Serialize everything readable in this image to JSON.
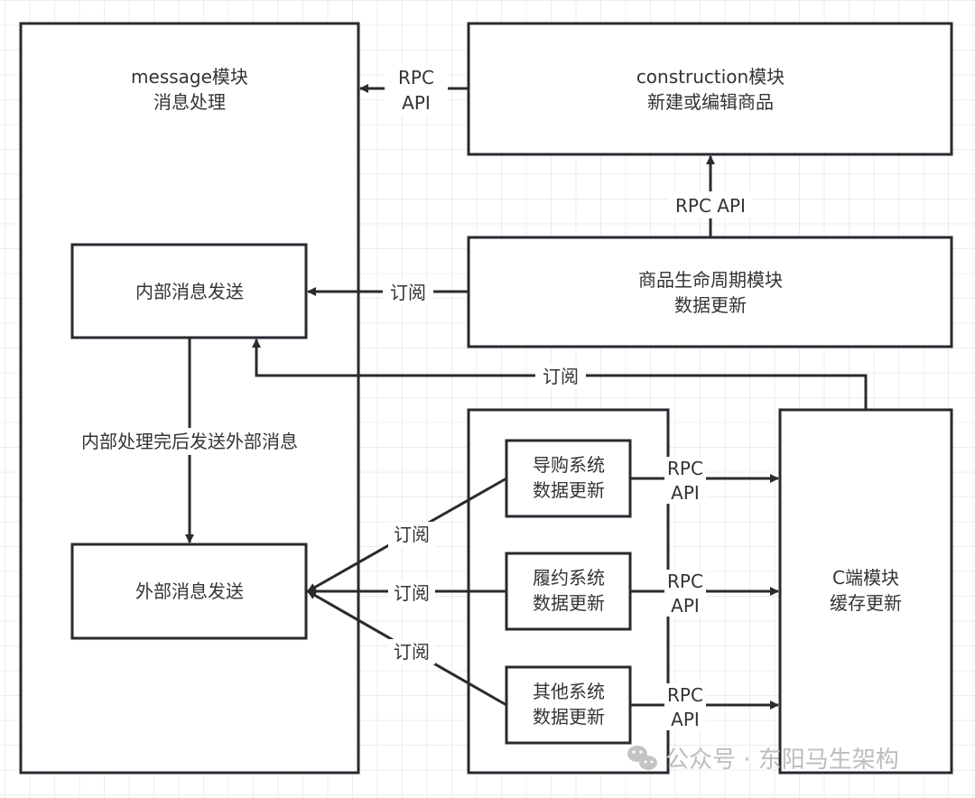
{
  "nodes": {
    "message": {
      "line1": "message模块",
      "line2": "消息处理"
    },
    "internal_send": {
      "label": "内部消息发送"
    },
    "external_send": {
      "label": "外部消息发送"
    },
    "construction": {
      "line1": "construction模块",
      "line2": "新建或编辑商品"
    },
    "lifecycle": {
      "line1": "商品生命周期模块",
      "line2": "数据更新"
    },
    "shopping_guide": {
      "line1": "导购系统",
      "line2": "数据更新"
    },
    "fulfillment": {
      "line1": "履约系统",
      "line2": "数据更新"
    },
    "other": {
      "line1": "其他系统",
      "line2": "数据更新"
    },
    "c_end": {
      "line1": "C端模块",
      "line2": "缓存更新"
    }
  },
  "edges": {
    "construction_to_message": {
      "line1": "RPC",
      "line2": "API"
    },
    "lifecycle_to_construction": {
      "label": "RPC API"
    },
    "lifecycle_to_internal": {
      "label": "订阅"
    },
    "c_end_to_internal": {
      "label": "订阅"
    },
    "internal_to_external": {
      "label": "内部处理完后发送外部消息"
    },
    "guide_to_external": {
      "label": "订阅"
    },
    "fulfillment_to_external": {
      "label": "订阅"
    },
    "other_to_external": {
      "label": "订阅"
    },
    "guide_to_c_end": {
      "line1": "RPC",
      "line2": "API"
    },
    "fulfillment_to_c_end": {
      "line1": "RPC",
      "line2": "API"
    },
    "other_to_c_end": {
      "line1": "RPC",
      "line2": "API"
    }
  },
  "watermark": {
    "icon": "wechat-icon",
    "text": "公众号 · 东阳马生架构"
  }
}
